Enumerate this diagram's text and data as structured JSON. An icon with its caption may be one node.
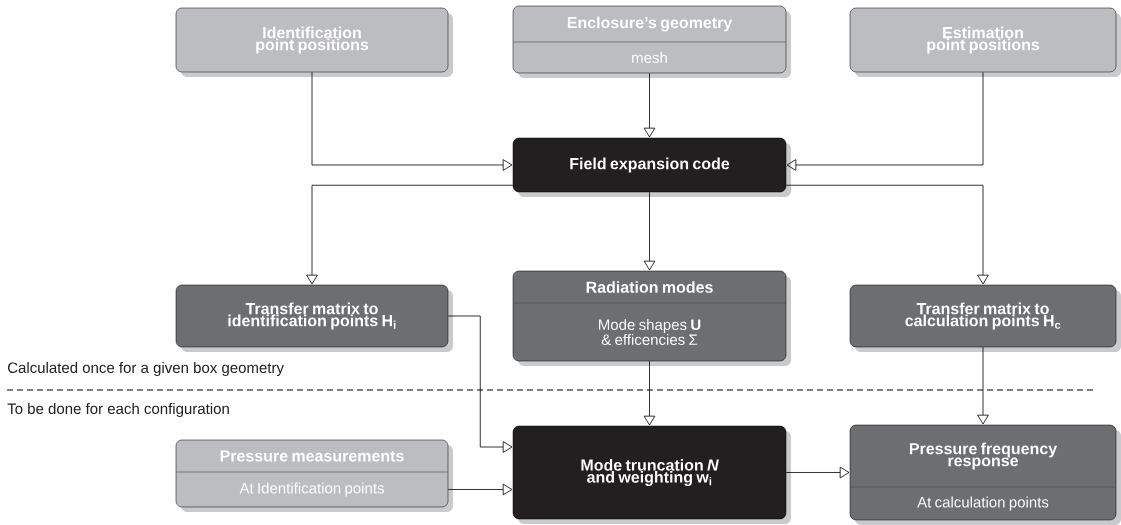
{
  "diagram": {
    "nodes": [
      {
        "text": [
          "Identification point positions"
        ]
      },
      {
        "text": [
          "Enclosure’s geometry",
          "mesh"
        ]
      },
      {
        "text": [
          "Estimation point positions"
        ]
      },
      {
        "text": [
          "Field expansion code"
        ]
      },
      {
        "text": [
          "Transfer matrix to identification points H$_{i}$"
        ]
      },
      {
        "text": [
          "Radiation modes",
          "Mode shapes **U** & efficencies Σ"
        ]
      },
      {
        "text": [
          "Transfer matrix to calculation points H$_{c}$"
        ]
      },
      {
        "text": [
          "Pressure measurements",
          "At Identification points"
        ]
      },
      {
        "text": [
          "Mode truncation *N* and weighting w$_{i}$"
        ]
      },
      {
        "text": [
          "Pressure frequency response",
          "At calculation points"
        ]
      }
    ],
    "edges": [
      {
        "from": 0,
        "to": 3,
        "arrow": "to"
      },
      {
        "from": 1,
        "to": 3,
        "arrow": "to"
      },
      {
        "from": 2,
        "to": 3,
        "arrow": "to"
      },
      {
        "from": 3,
        "to": 4,
        "arrow": "to"
      },
      {
        "from": 3,
        "to": 5,
        "arrow": "to"
      },
      {
        "from": 3,
        "to": 6,
        "arrow": "to"
      },
      {
        "from": 4,
        "to": 8,
        "arrow": "to"
      },
      {
        "from": 5,
        "to": 8,
        "arrow": "to"
      },
      {
        "from": 6,
        "to": 9,
        "arrow": "to"
      },
      {
        "from": 7,
        "to": 8,
        "arrow": "to"
      },
      {
        "from": 8,
        "to": 9,
        "arrow": "to"
      }
    ],
    "labels": [
      "Calculated once for a given box geometry",
      "To be done for each configuration"
    ]
  }
}
